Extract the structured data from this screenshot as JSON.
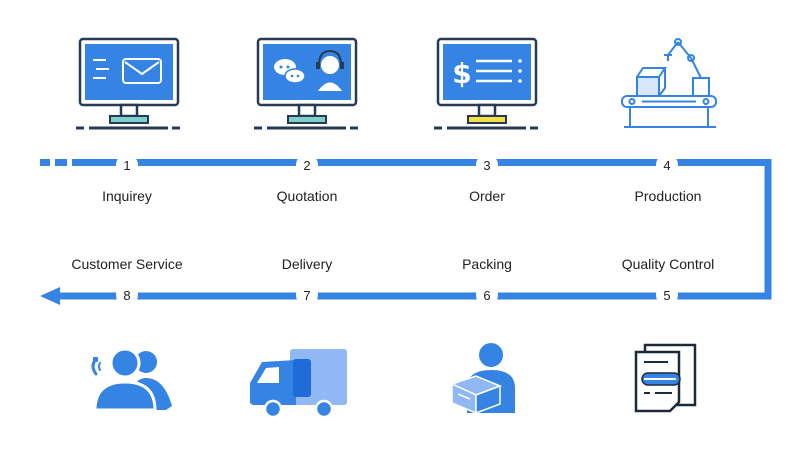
{
  "colors": {
    "accent": "#3584e4",
    "navy": "#263a55",
    "light_blue": "#8fb8f5",
    "yellow": "#f5e04a",
    "teal": "#7fd0c8"
  },
  "steps": [
    {
      "number": "1",
      "label": "Inquirey",
      "icon": "email-monitor-icon"
    },
    {
      "number": "2",
      "label": "Quotation",
      "icon": "chat-support-monitor-icon"
    },
    {
      "number": "3",
      "label": "Order",
      "icon": "order-monitor-icon"
    },
    {
      "number": "4",
      "label": "Production",
      "icon": "robot-arm-production-icon"
    },
    {
      "number": "5",
      "label": "Quality Control",
      "icon": "quality-document-icon"
    },
    {
      "number": "6",
      "label": "Packing",
      "icon": "person-carrying-box-icon"
    },
    {
      "number": "7",
      "label": "Delivery",
      "icon": "delivery-truck-icon"
    },
    {
      "number": "8",
      "label": "Customer Service",
      "icon": "customer-service-users-icon"
    }
  ]
}
